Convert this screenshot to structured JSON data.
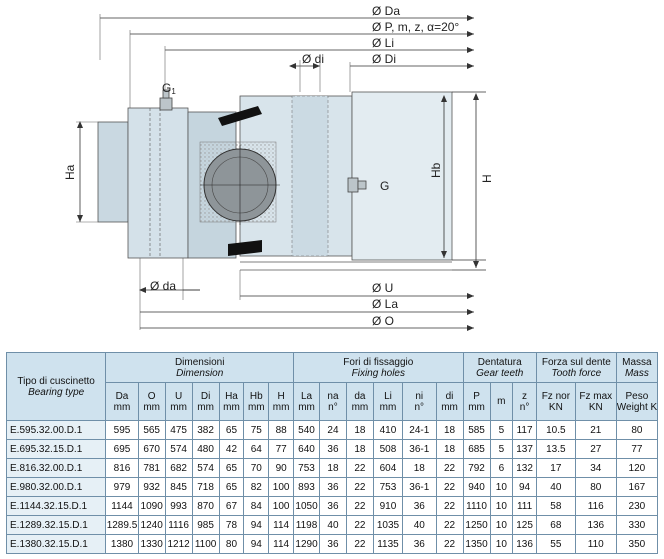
{
  "drawing": {
    "labels": {
      "Da": "Ø Da",
      "P": "Ø P, m, z, α=20°",
      "Li": "Ø Li",
      "di": "Ø di",
      "Di": "Ø Di",
      "G1_main": "G",
      "G1_sub": "1",
      "Ha": "Ha",
      "G": "G",
      "Hb": "Hb",
      "H": "H",
      "da": "Ø da",
      "U": "Ø U",
      "La": "Ø La",
      "O": "Ø O"
    }
  },
  "table": {
    "group_headers": {
      "model_it": "Tipo di cuscinetto",
      "model_en": "Bearing type",
      "dim_it": "Dimensioni",
      "dim_en": "Dimension",
      "holes_it": "Fori di fissaggio",
      "holes_en": "Fixing holes",
      "teeth_it": "Dentatura",
      "teeth_en": "Gear teeth",
      "force_it": "Forza sul dente",
      "force_en": "Tooth force",
      "mass_it": "Massa",
      "mass_en": "Mass"
    },
    "columns": [
      {
        "name": "Da",
        "unit": "mm"
      },
      {
        "name": "O",
        "unit": "mm"
      },
      {
        "name": "U",
        "unit": "mm"
      },
      {
        "name": "Di",
        "unit": "mm"
      },
      {
        "name": "Ha",
        "unit": "mm"
      },
      {
        "name": "Hb",
        "unit": "mm"
      },
      {
        "name": "H",
        "unit": "mm"
      },
      {
        "name": "La",
        "unit": "mm"
      },
      {
        "name": "na",
        "unit": "n°"
      },
      {
        "name": "da",
        "unit": "mm"
      },
      {
        "name": "Li",
        "unit": "mm"
      },
      {
        "name": "ni",
        "unit": "n°"
      },
      {
        "name": "di",
        "unit": "mm"
      },
      {
        "name": "P",
        "unit": "mm"
      },
      {
        "name": "m",
        "unit": ""
      },
      {
        "name": "z",
        "unit": "n°"
      },
      {
        "name": "Fz nor",
        "unit": "KN"
      },
      {
        "name": "Fz max",
        "unit": "KN"
      },
      {
        "name": "Peso",
        "unit": "Weight Kg"
      }
    ],
    "rows": [
      [
        "E.595.32.00.D.1",
        "595",
        "565",
        "475",
        "382",
        "65",
        "75",
        "88",
        "540",
        "24",
        "18",
        "410",
        "24-1",
        "18",
        "585",
        "5",
        "117",
        "10.5",
        "21",
        "80"
      ],
      [
        "E.695.32.15.D.1",
        "695",
        "670",
        "574",
        "480",
        "42",
        "64",
        "77",
        "640",
        "36",
        "18",
        "508",
        "36-1",
        "18",
        "685",
        "5",
        "137",
        "13.5",
        "27",
        "77"
      ],
      [
        "E.816.32.00.D.1",
        "816",
        "781",
        "682",
        "574",
        "65",
        "70",
        "90",
        "753",
        "18",
        "22",
        "604",
        "18",
        "22",
        "792",
        "6",
        "132",
        "17",
        "34",
        "120"
      ],
      [
        "E.980.32.00.D.1",
        "979",
        "932",
        "845",
        "718",
        "65",
        "82",
        "100",
        "893",
        "36",
        "22",
        "753",
        "36-1",
        "22",
        "940",
        "10",
        "94",
        "40",
        "80",
        "167"
      ],
      [
        "E.1144.32.15.D.1",
        "1144",
        "1090",
        "993",
        "870",
        "67",
        "84",
        "100",
        "1050",
        "36",
        "22",
        "910",
        "36",
        "22",
        "1110",
        "10",
        "111",
        "58",
        "116",
        "230"
      ],
      [
        "E.1289.32.15.D.1",
        "1289.5",
        "1240",
        "1116",
        "985",
        "78",
        "94",
        "114",
        "1198",
        "40",
        "22",
        "1035",
        "40",
        "22",
        "1250",
        "10",
        "125",
        "68",
        "136",
        "330"
      ],
      [
        "E.1380.32.15.D.1",
        "1380",
        "1330",
        "1212",
        "1100",
        "80",
        "94",
        "114",
        "1290",
        "36",
        "22",
        "1135",
        "36",
        "22",
        "1350",
        "10",
        "136",
        "55",
        "110",
        "350"
      ]
    ]
  }
}
